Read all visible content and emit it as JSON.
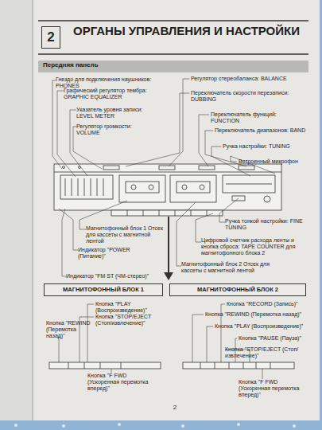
{
  "diagram": {
    "title": "ОРГАНЫ УПРАВЛЕНИЯ И НАСТРОЙКИ",
    "nodes": [
      {
        "text": [
          "Передняя панель"
        ]
      },
      {
        "text": [
          "МАГНИТОФОННЫЙ БЛОК 1"
        ]
      },
      {
        "text": [
          "МАГНИТОФОННЫЙ БЛОК 2"
        ]
      }
    ],
    "labels": [
      "2",
      "Гнездо для подключения наушников: PHONES",
      "Графический регулятор тембра: GRAPHIC EQUALIZER",
      "Указатель уровня записи: LEVEL METER",
      "Регулятор громкости: VOLUME",
      "Регулятор стереобаланса: BALANCE",
      "Переключатель скорости перезаписи: DUBBING",
      "Переключатель функций: FUNCTION",
      "Переключатель диапазонов: BAND",
      "Ручка настройки: TUNING",
      "Встроенный микрофон",
      "Магнитофонный блок 1 Отсек для кассеты с магнитной лентой",
      "Индикатор \"POWER (Питание)\"",
      "Индикатор \"FM ST (ЧМ-стерео)\"",
      "Ручка тонкой настройки: FINE TUNING",
      "Цифровой счетчик расхода ленты и кнопка сброса: TAPE COUNTER для магнитофонного блока 2",
      "Магнитофонный блок 2 Отсек для кассеты с магнитной лентой",
      "Кнопка \"PLAY (Воспроизведение)\"",
      "Кнопка \"STOP/EJECT (Стоп/извлечение)\"",
      "Кнопка \"REWIND (Перемотка назад)\"",
      "Кнопка \"F FWD (Ускоренная перемотка вперед)\"",
      "Кнопка \"RECORD (Запись)\"",
      "Кнопка \"REWIND (Перемотка назад)\"",
      "Кнопка \"PLAY (Воспроизведение)\"",
      "Кнопка \"PAUSE (Пауза)\"",
      "Кнопка \"STOP/EJECT (Стоп/извлечение)\"",
      "Кнопка \"F FWD (Ускоренная перемотка вперед)\"",
      "2"
    ]
  }
}
